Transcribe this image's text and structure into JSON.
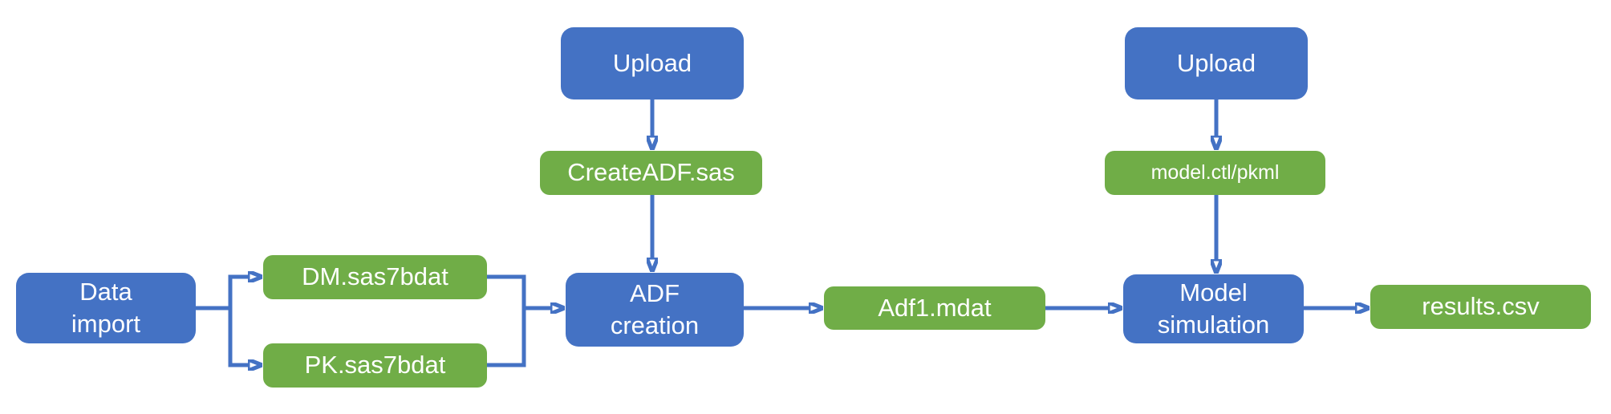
{
  "diagram": {
    "colors": {
      "process_box": "#4472C4",
      "file_box": "#70AD47",
      "connector": "#4472C4",
      "label_text": "#FFFFFF",
      "background": "#FFFFFF"
    },
    "nodes": {
      "upload_left": {
        "label": "Upload",
        "type": "process",
        "lines": [
          "Upload"
        ]
      },
      "create_adf_sas": {
        "label": "CreateADF.sas",
        "type": "file",
        "lines": [
          "CreateADF.sas"
        ]
      },
      "upload_right": {
        "label": "Upload",
        "type": "process",
        "lines": [
          "Upload"
        ]
      },
      "model_ctl_pkml": {
        "label": "model.ctl/pkml",
        "type": "file",
        "lines": [
          "model.ctl/pkml"
        ]
      },
      "data_import": {
        "label": "Data import",
        "type": "process",
        "lines": [
          "Data",
          "import"
        ]
      },
      "dm_sas7bdat": {
        "label": "DM.sas7bdat",
        "type": "file",
        "lines": [
          "DM.sas7bdat"
        ]
      },
      "pk_sas7bdat": {
        "label": "PK.sas7bdat",
        "type": "file",
        "lines": [
          "PK.sas7bdat"
        ]
      },
      "adf_creation": {
        "label": "ADF creation",
        "type": "process",
        "lines": [
          "ADF",
          "creation"
        ]
      },
      "adf1_mdat": {
        "label": "Adf1.mdat",
        "type": "file",
        "lines": [
          "Adf1.mdat"
        ]
      },
      "model_simulation": {
        "label": "Model simulation",
        "type": "process",
        "lines": [
          "Model",
          "simulation"
        ]
      },
      "results_csv": {
        "label": "results.csv",
        "type": "file",
        "lines": [
          "results.csv"
        ]
      }
    },
    "edges": [
      {
        "from": "upload_left",
        "to": "create_adf_sas"
      },
      {
        "from": "create_adf_sas",
        "to": "adf_creation"
      },
      {
        "from": "upload_right",
        "to": "model_ctl_pkml"
      },
      {
        "from": "model_ctl_pkml",
        "to": "model_simulation"
      },
      {
        "from": "data_import",
        "to": "dm_sas7bdat"
      },
      {
        "from": "data_import",
        "to": "pk_sas7bdat"
      },
      {
        "from": "dm_sas7bdat",
        "to": "adf_creation"
      },
      {
        "from": "pk_sas7bdat",
        "to": "adf_creation"
      },
      {
        "from": "adf_creation",
        "to": "adf1_mdat"
      },
      {
        "from": "adf1_mdat",
        "to": "model_simulation"
      },
      {
        "from": "model_simulation",
        "to": "results_csv"
      }
    ]
  }
}
